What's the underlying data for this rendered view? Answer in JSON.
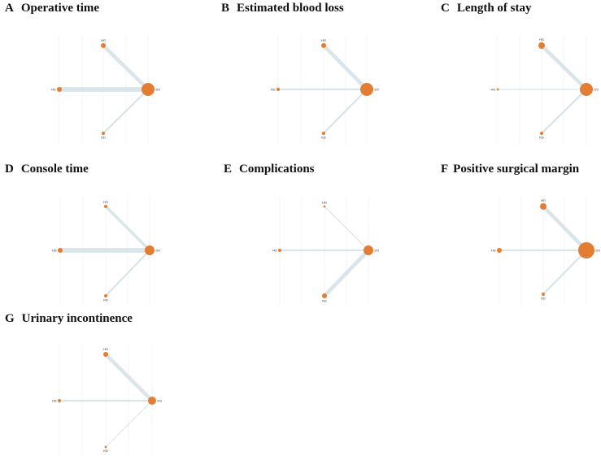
{
  "figure": {
    "colors": {
      "node": "#e37d33",
      "edge": "#dae5e9",
      "grid": "#ececec",
      "text": "#111111"
    },
    "panels": [
      {
        "letter": "A",
        "title": "Operative time",
        "nodes": [
          {
            "id": "HG",
            "label": "HG",
            "size": 3
          },
          {
            "id": "HS",
            "label": "HS",
            "size": 3
          },
          {
            "id": "KD",
            "label": "KD",
            "size": 2
          },
          {
            "id": "DV",
            "label": "DV",
            "size": 8
          }
        ],
        "edges": [
          {
            "from": "HG",
            "to": "DV",
            "weight": 4
          },
          {
            "from": "HS",
            "to": "DV",
            "weight": 5
          },
          {
            "from": "KD",
            "to": "DV",
            "weight": 2
          }
        ]
      },
      {
        "letter": "B",
        "title": "Estimated blood loss",
        "nodes": [
          {
            "id": "HG",
            "label": "HG",
            "size": 3
          },
          {
            "id": "HS",
            "label": "HS",
            "size": 2
          },
          {
            "id": "KD",
            "label": "KD",
            "size": 2
          },
          {
            "id": "DV",
            "label": "DV",
            "size": 8
          }
        ],
        "edges": [
          {
            "from": "HG",
            "to": "DV",
            "weight": 4
          },
          {
            "from": "HS",
            "to": "DV",
            "weight": 2
          },
          {
            "from": "KD",
            "to": "DV",
            "weight": 2
          }
        ]
      },
      {
        "letter": "C",
        "title": "Length of stay",
        "nodes": [
          {
            "id": "HG",
            "label": "HG",
            "size": 4
          },
          {
            "id": "HS",
            "label": "HS",
            "size": 1
          },
          {
            "id": "KD",
            "label": "KD",
            "size": 2
          },
          {
            "id": "DV",
            "label": "DV",
            "size": 8
          }
        ],
        "edges": [
          {
            "from": "HG",
            "to": "DV",
            "weight": 4
          },
          {
            "from": "HS",
            "to": "DV",
            "weight": 1
          },
          {
            "from": "KD",
            "to": "DV",
            "weight": 2
          }
        ]
      },
      {
        "letter": "D",
        "title": "Console time",
        "nodes": [
          {
            "id": "HG",
            "label": "HG",
            "size": 2
          },
          {
            "id": "HS",
            "label": "HS",
            "size": 3
          },
          {
            "id": "KD",
            "label": "KD",
            "size": 2
          },
          {
            "id": "DV",
            "label": "DV",
            "size": 6
          }
        ],
        "edges": [
          {
            "from": "HG",
            "to": "DV",
            "weight": 3
          },
          {
            "from": "HS",
            "to": "DV",
            "weight": 5
          },
          {
            "from": "KD",
            "to": "DV",
            "weight": 2
          }
        ]
      },
      {
        "letter": "E",
        "title": "Complications",
        "nodes": [
          {
            "id": "HG",
            "label": "HG",
            "size": 1
          },
          {
            "id": "HS",
            "label": "HS",
            "size": 2
          },
          {
            "id": "KD",
            "label": "KD",
            "size": 3
          },
          {
            "id": "DV",
            "label": "DV",
            "size": 6
          }
        ],
        "edges": [
          {
            "from": "HG",
            "to": "DV",
            "weight": 1
          },
          {
            "from": "HS",
            "to": "DV",
            "weight": 2
          },
          {
            "from": "KD",
            "to": "DV",
            "weight": 4
          }
        ]
      },
      {
        "letter": "F",
        "title": "Positive surgical margin",
        "nodes": [
          {
            "id": "HG",
            "label": "HG",
            "size": 4
          },
          {
            "id": "HS",
            "label": "HS",
            "size": 3
          },
          {
            "id": "KD",
            "label": "KD",
            "size": 2
          },
          {
            "id": "DV",
            "label": "DV",
            "size": 10
          }
        ],
        "edges": [
          {
            "from": "HG",
            "to": "DV",
            "weight": 4
          },
          {
            "from": "HS",
            "to": "DV",
            "weight": 2
          },
          {
            "from": "KD",
            "to": "DV",
            "weight": 2
          }
        ]
      },
      {
        "letter": "G",
        "title": "Urinary incontinence",
        "nodes": [
          {
            "id": "HG",
            "label": "HG",
            "size": 3
          },
          {
            "id": "HS",
            "label": "HS",
            "size": 2
          },
          {
            "id": "KD",
            "label": "KD",
            "size": 0.5
          },
          {
            "id": "DV",
            "label": "DV",
            "size": 5
          }
        ],
        "edges": [
          {
            "from": "HG",
            "to": "DV",
            "weight": 4
          },
          {
            "from": "HS",
            "to": "DV",
            "weight": 2
          },
          {
            "from": "KD",
            "to": "DV",
            "weight": 1
          }
        ]
      }
    ]
  }
}
